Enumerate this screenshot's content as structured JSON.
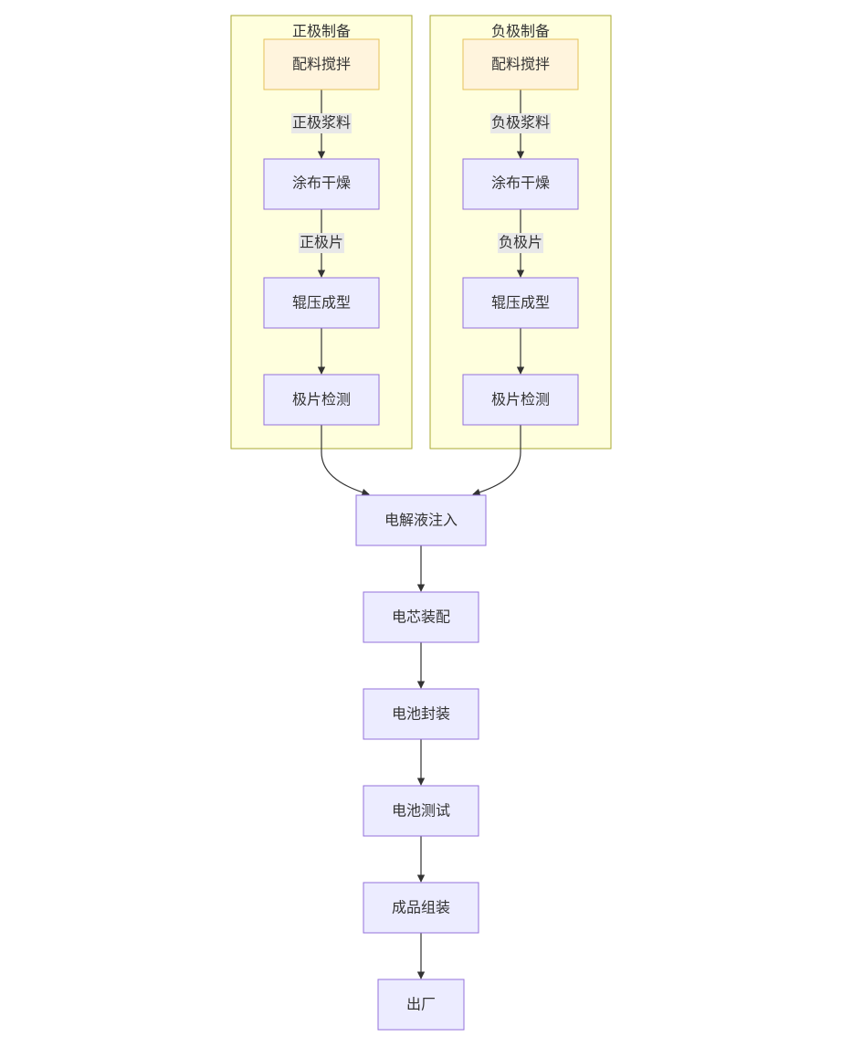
{
  "clusters": {
    "positive": {
      "title": "正极制备"
    },
    "negative": {
      "title": "负极制备"
    }
  },
  "nodes": {
    "p_mix": "配料搅拌",
    "p_coat": "涂布干燥",
    "p_roll": "辊压成型",
    "p_check": "极片检测",
    "n_mix": "配料搅拌",
    "n_coat": "涂布干燥",
    "n_roll": "辊压成型",
    "n_check": "极片检测",
    "electrolyte": "电解液注入",
    "assembly": "电芯装配",
    "seal": "电池封装",
    "test": "电池测试",
    "pack": "成品组装",
    "ship": "出厂"
  },
  "edge_labels": {
    "p_mix_coat": "正极浆料",
    "p_coat_roll": "正极片",
    "n_mix_coat": "负极浆料",
    "n_coat_roll": "负极片"
  },
  "colors": {
    "cluster_fill": "#ffffde",
    "cluster_stroke": "#aaaa33",
    "node_fill": "#ececff",
    "node_stroke": "#9370db",
    "start_node_fill": "#fff4dd",
    "start_node_stroke": "#e6c15a"
  }
}
